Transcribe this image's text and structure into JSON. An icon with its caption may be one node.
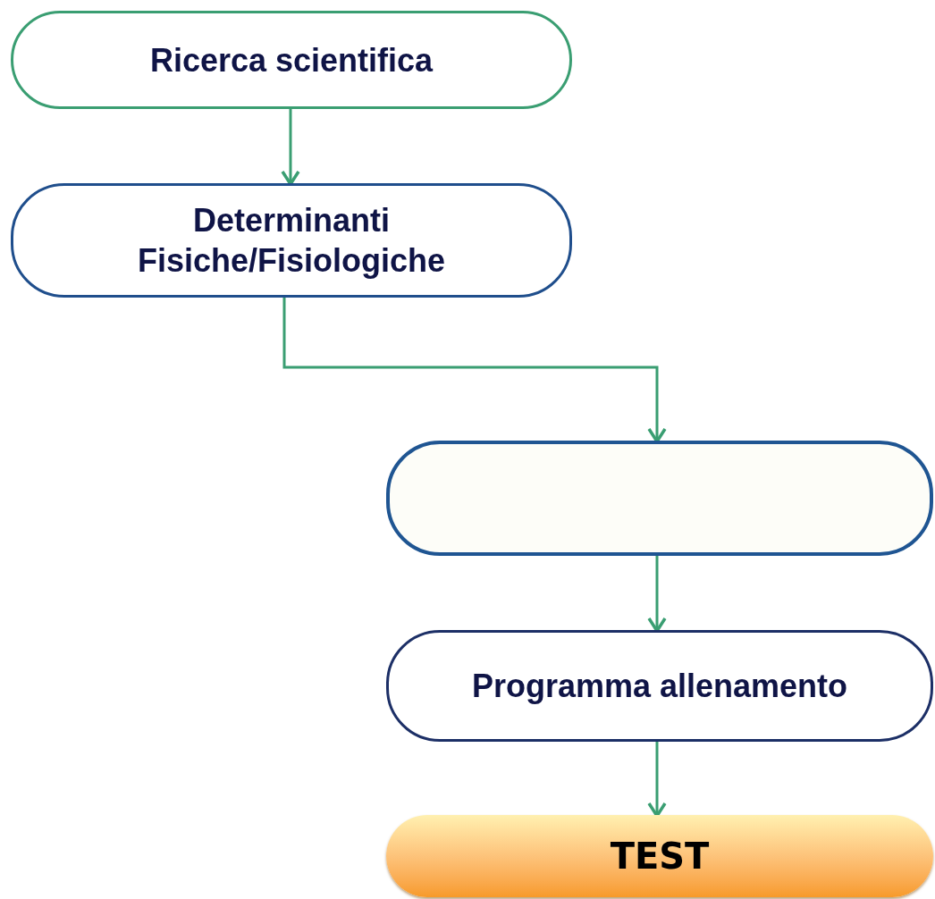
{
  "diagram": {
    "nodes": [
      {
        "text": [
          "Ricerca scientifica"
        ]
      },
      {
        "text": [
          "Determinanti Fisiche/Fisiologiche"
        ]
      },
      {
        "text": [],
        "shape": "box"
      },
      {
        "text": [
          "Programma allenamento"
        ]
      },
      {
        "text": [
          "TEST"
        ]
      }
    ],
    "edges": [
      {
        "from": 0,
        "to": 1,
        "arrow": "to"
      },
      {
        "from": 1,
        "to": 2,
        "arrow": "to"
      },
      {
        "from": 2,
        "to": 3,
        "arrow": "to"
      },
      {
        "from": 3,
        "to": 4,
        "arrow": "to"
      }
    ]
  }
}
